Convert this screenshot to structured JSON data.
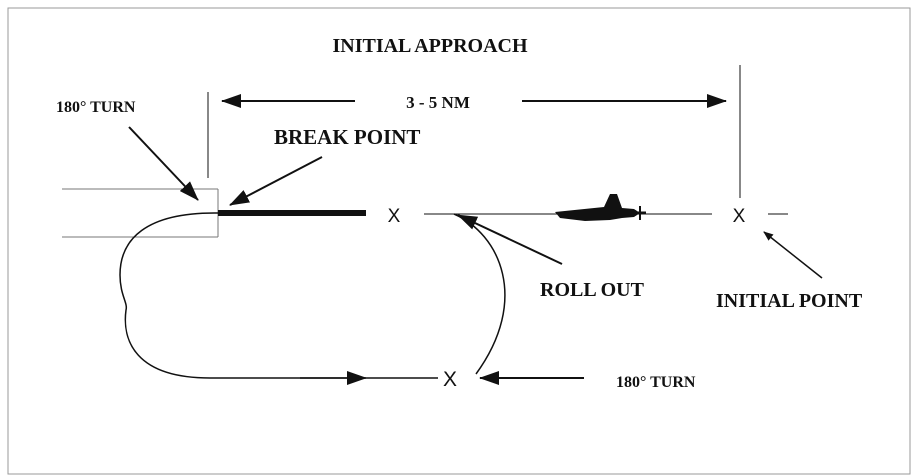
{
  "labels": {
    "title": "INITIAL APPROACH",
    "distance": "3 - 5 NM",
    "turn_top": "180° TURN",
    "break_point": "BREAK POINT",
    "roll_out": "ROLL OUT",
    "initial_point": "INITIAL POINT",
    "turn_bottom": "180° TURN"
  },
  "marks": {
    "x_break": "X",
    "x_initial": "X",
    "x_bottom": "X"
  },
  "colors": {
    "line": "#111111",
    "frame": "#9a9a9a",
    "runway": "#777777"
  },
  "icons": {
    "aircraft": "delta-wing-jet-icon"
  }
}
